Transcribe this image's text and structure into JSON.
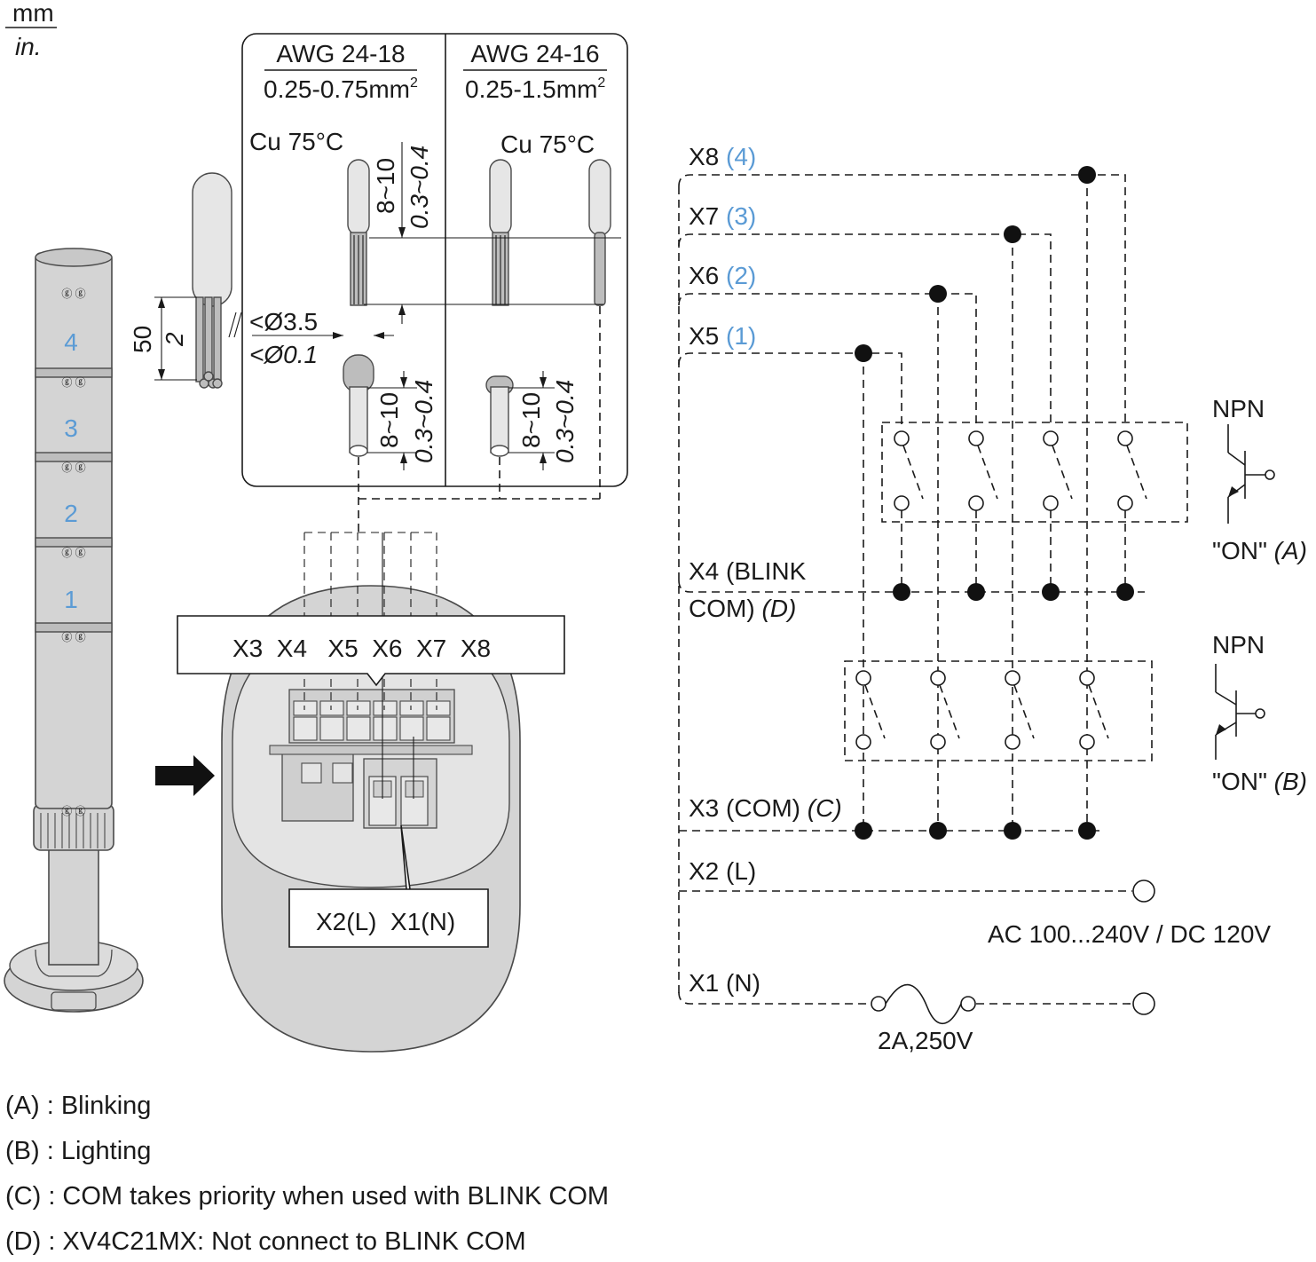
{
  "units": {
    "mm": "mm",
    "in": "in."
  },
  "wire_spec": {
    "left": {
      "awg": "AWG 24-18",
      "section": "0.25-0.75mm",
      "sup": "2",
      "cu": "Cu 75°C"
    },
    "right": {
      "awg": "AWG 24-16",
      "section": "0.25-1.5mm",
      "sup": "2",
      "cu": "Cu 75°C"
    },
    "dims": {
      "strip_mm": "8~10",
      "strip_in": "0.3~0.4",
      "length_mm": "50",
      "length_in": "2",
      "dia_mm": "<Ø3.5",
      "dia_in": "<Ø0.1"
    }
  },
  "tower": {
    "tiers": [
      "4",
      "3",
      "2",
      "1"
    ]
  },
  "connector": {
    "top_label": "X3  X4   X5  X6  X7  X8",
    "bottom_label": "X2(L)  X1(N)"
  },
  "schematic": {
    "x8": {
      "name": "X8",
      "num": "(4)"
    },
    "x7": {
      "name": "X7",
      "num": "(3)"
    },
    "x6": {
      "name": "X6",
      "num": "(2)"
    },
    "x5": {
      "name": "X5",
      "num": "(1)"
    },
    "x4_line1": "X4 (BLINK",
    "x4_line2": "COM)",
    "x4_tag": "(D)",
    "x3": "X3 (COM)",
    "x3_tag": "(C)",
    "x2": "X2 (L)",
    "x1": "X1 (N)",
    "npn_a": "NPN",
    "on_a": "\"ON\"",
    "on_a_tag": "(A)",
    "npn_b": "NPN",
    "on_b": "\"ON\"",
    "on_b_tag": "(B)",
    "supply": "AC 100...240V / DC 120V",
    "fuse": "2A,250V"
  },
  "legend": [
    {
      "key": "(A)",
      "text": " : Blinking"
    },
    {
      "key": "(B)",
      "text": " : Lighting"
    },
    {
      "key": "(C)",
      "text": " : COM takes priority when used with BLINK COM"
    },
    {
      "key": "(D)",
      "text": " : XV4C21MX: Not connect to BLINK COM"
    }
  ]
}
